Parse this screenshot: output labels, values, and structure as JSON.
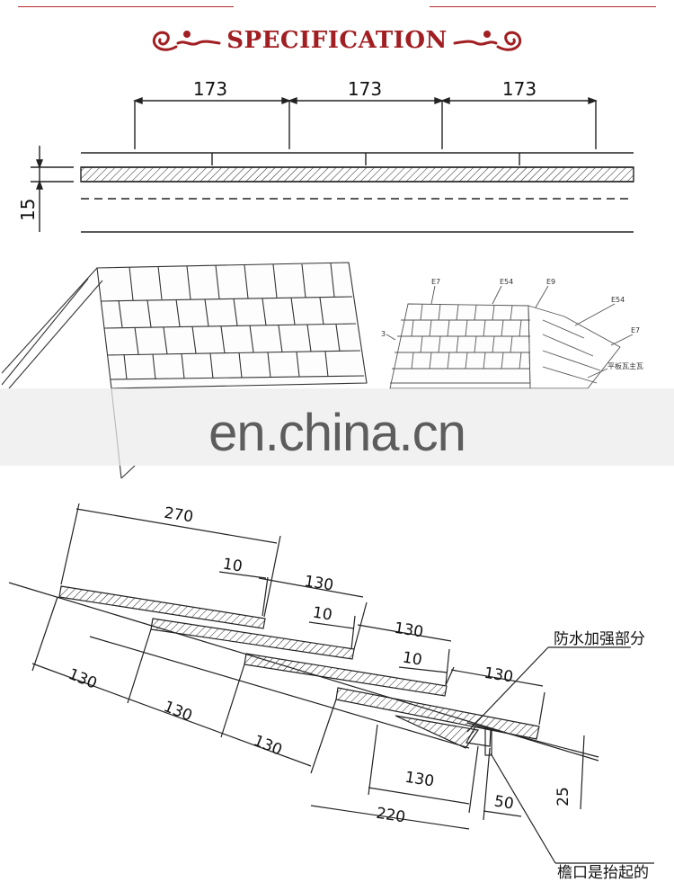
{
  "header": {
    "title": "SPECIFICATION",
    "accent_color": "#a11e22"
  },
  "top_drawing": {
    "spacing_labels": [
      "173",
      "173",
      "173"
    ],
    "thickness_label": "15"
  },
  "roof_sketch_right": {
    "labels": [
      "E7",
      "E54",
      "E9",
      "E54",
      "E7",
      "3",
      "平板瓦主瓦"
    ]
  },
  "watermark": {
    "text": "en.china.cn"
  },
  "section_drawing": {
    "dims": {
      "tile_length": "270",
      "overlap_1": "10",
      "exposure_1": "130",
      "overlap_2": "10",
      "exposure_2": "130",
      "overlap_3": "10",
      "exposure_3": "130",
      "bottom_1": "130",
      "bottom_2": "130",
      "bottom_3": "130",
      "eave_130": "130",
      "eave_220": "220",
      "eave_50": "50",
      "rise_25": "25"
    },
    "notes": {
      "waterproof": "防水加强部分",
      "eave_raised": "檐口是抬起的"
    }
  }
}
